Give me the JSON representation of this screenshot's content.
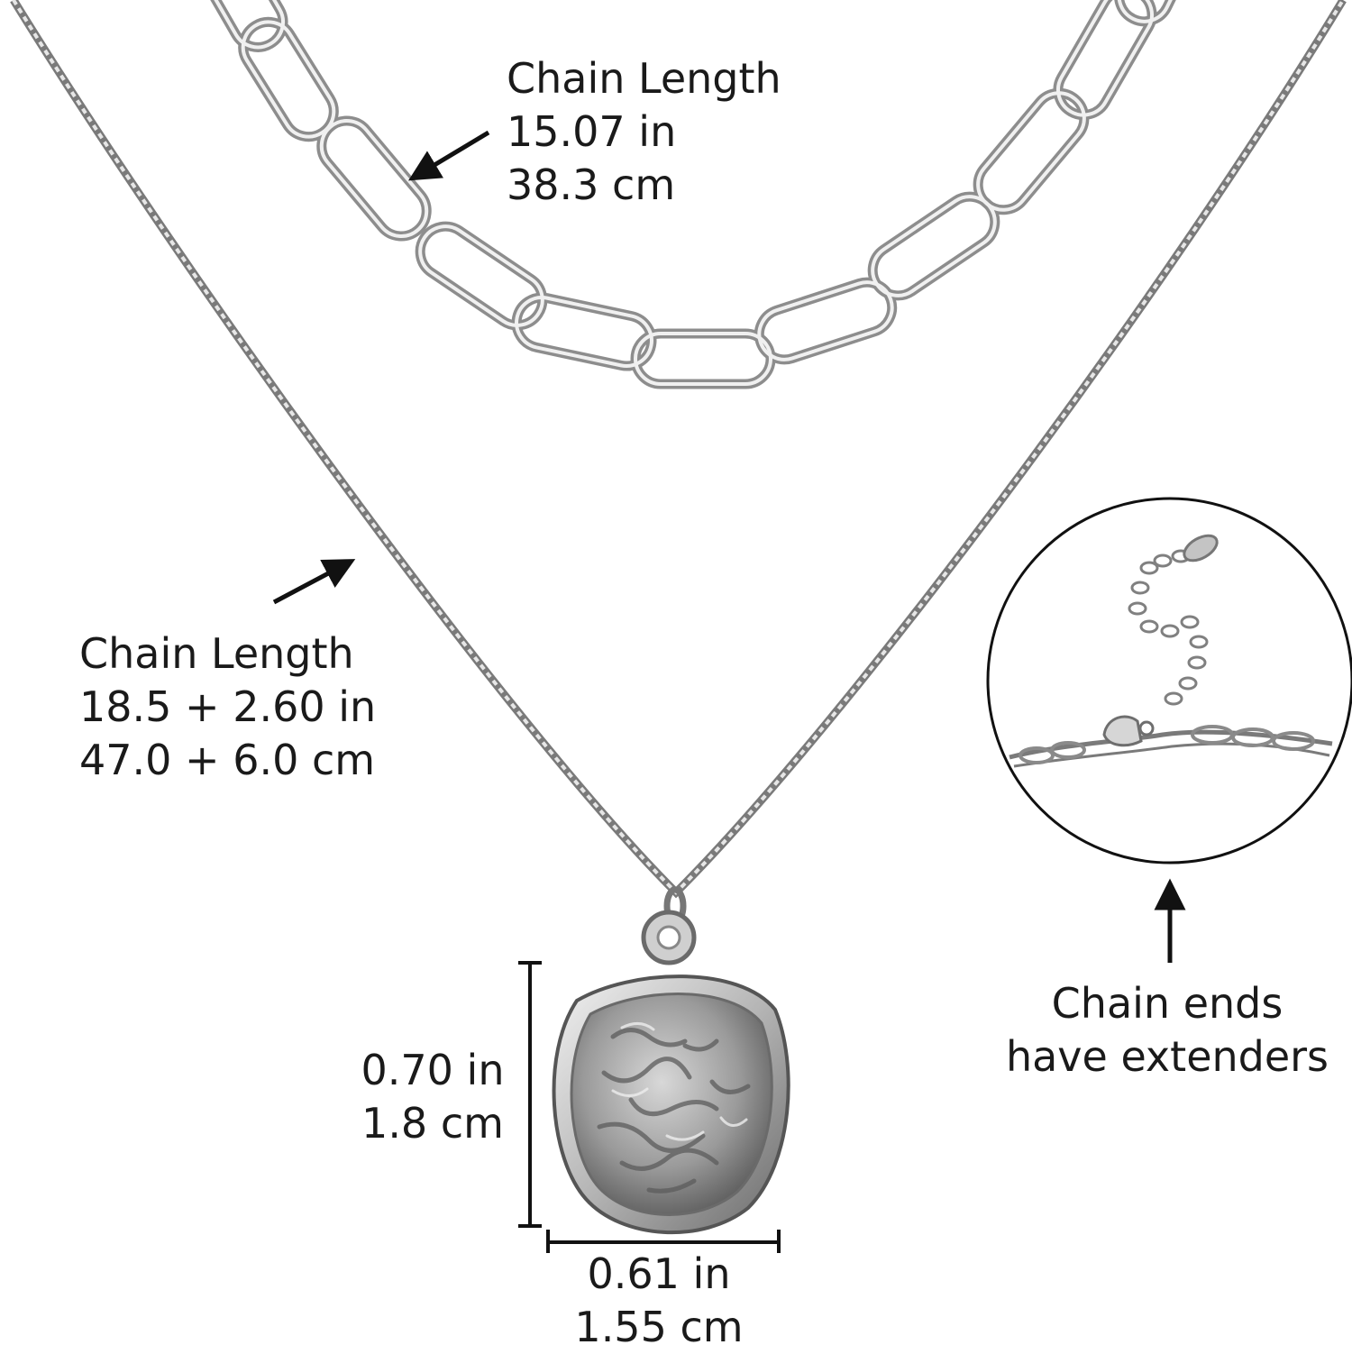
{
  "annotations": {
    "short_chain": {
      "title": "Chain Length",
      "inches": "15.07 in",
      "centimeters": "38.3 cm"
    },
    "long_chain": {
      "title": "Chain Length",
      "inches": "18.5 + 2.60 in",
      "centimeters": "47.0 + 6.0 cm"
    },
    "pendant_height": {
      "inches": "0.70 in",
      "centimeters": "1.8 cm"
    },
    "pendant_width": {
      "inches": "0.61 in",
      "centimeters": "1.55 cm"
    },
    "extender": {
      "line1": "Chain ends",
      "line2": "have extenders"
    }
  },
  "colors": {
    "background": "#ffffff",
    "text": "#1a1a1a",
    "silver_light": "#e4e4e4",
    "silver_mid": "#a8a8a8",
    "silver_dark": "#555555"
  }
}
